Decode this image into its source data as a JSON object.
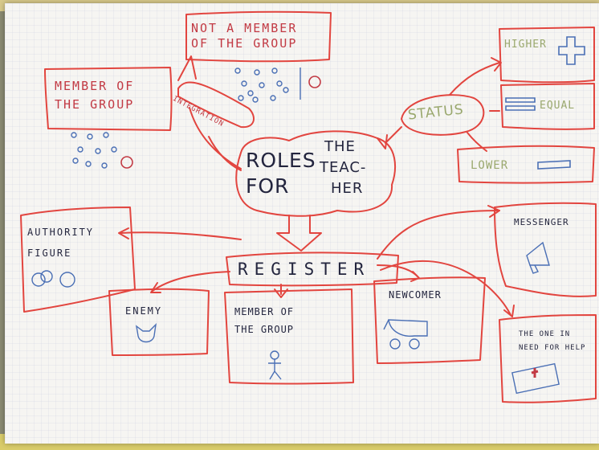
{
  "center": {
    "line1_left": "ROLES",
    "line1_right": "THE",
    "line2_left": "FOR",
    "line2_right": "TEAC-",
    "line3_right": "HER"
  },
  "branches": {
    "not_member": {
      "line1": "NOT A MEMBER",
      "line2": "OF THE GROUP"
    },
    "member_top": {
      "line1": "MEMBER OF",
      "line2": "THE GROUP"
    },
    "integration": "INTEGRATION",
    "status": "STATUS",
    "higher": "HIGHER",
    "equal": "EQUAL",
    "lower": "LOWER",
    "register": "REGISTER",
    "authority": {
      "line1": "AUTHORITY",
      "line2": "FIGURE"
    },
    "enemy": "ENEMY",
    "member_bottom": {
      "line1": "MEMBER OF",
      "line2": "THE GROUP"
    },
    "newcomer": "NEWCOMER",
    "messenger": "MESSENGER",
    "need_help": {
      "line1": "THE ONE IN",
      "line2": "NEED FOR HELP"
    }
  },
  "colors": {
    "ink_red": "#e2453f",
    "ink_navy": "#23253e",
    "ink_blue": "#4a6fb5",
    "ink_green": "#9aa86e",
    "paper": "#f6f5f2"
  }
}
